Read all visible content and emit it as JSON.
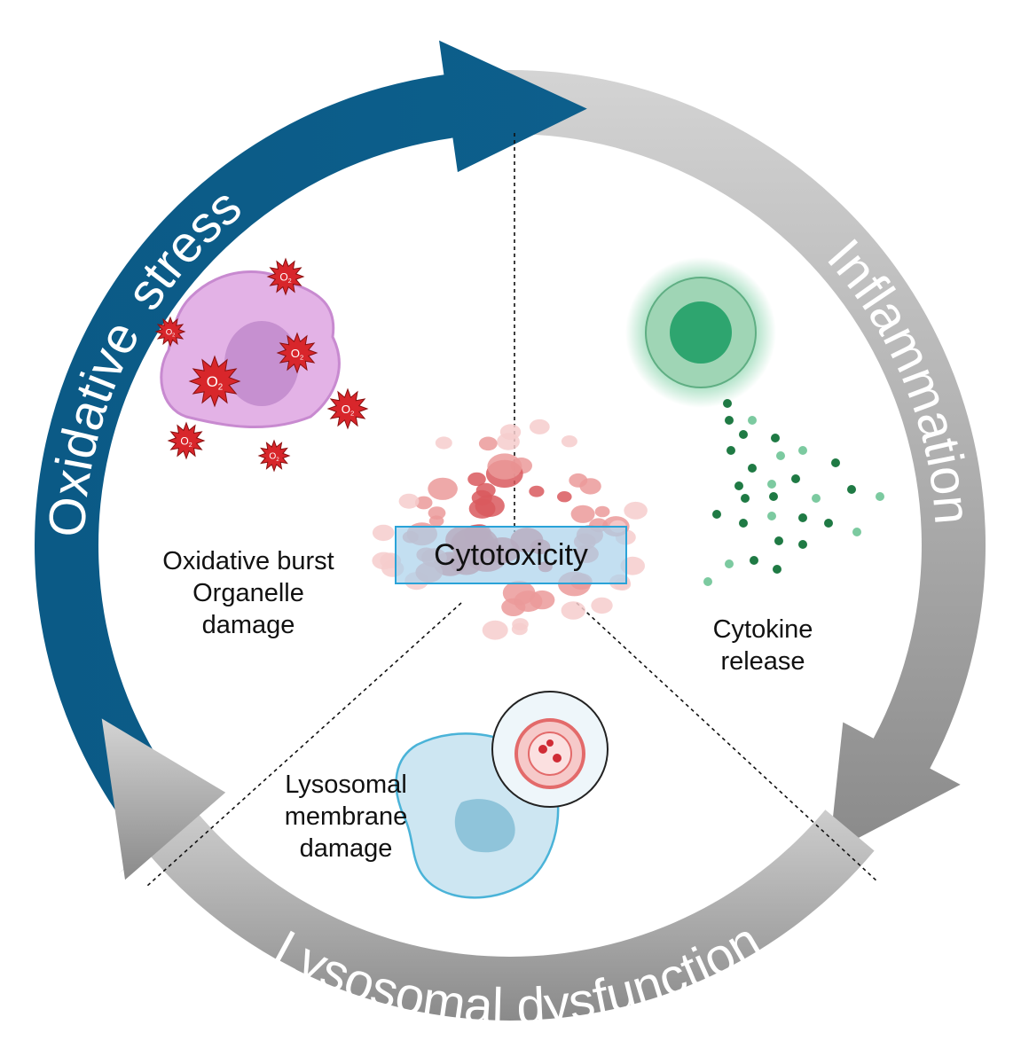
{
  "cycle": {
    "oxidative_stress": "Oxidative stress",
    "inflammation": "Inflammation",
    "lysosomal_dysfunction": "Lysosomal dysfunction"
  },
  "center": {
    "label": "Cytotoxicity"
  },
  "oxidative_panel": {
    "line1": "Oxidative burst",
    "line2": "Organelle",
    "line3": "damage",
    "ros_label": "O",
    "ros_sub": "2"
  },
  "inflammation_panel": {
    "line1": "Cytokine",
    "line2": "release"
  },
  "lysosomal_panel": {
    "line1": "Lysosomal",
    "line2": "membrane",
    "line3": "damage"
  },
  "colors": {
    "blue_arrow": "#0d5f8c",
    "gray_arrow": "#a8a8a8",
    "box_border": "#2aa3d8",
    "ros_red": "#d8262b",
    "cell_purple": "#e3b2e6",
    "cell_green": "#2ea56f",
    "cell_blue": "#c8e3f0"
  }
}
